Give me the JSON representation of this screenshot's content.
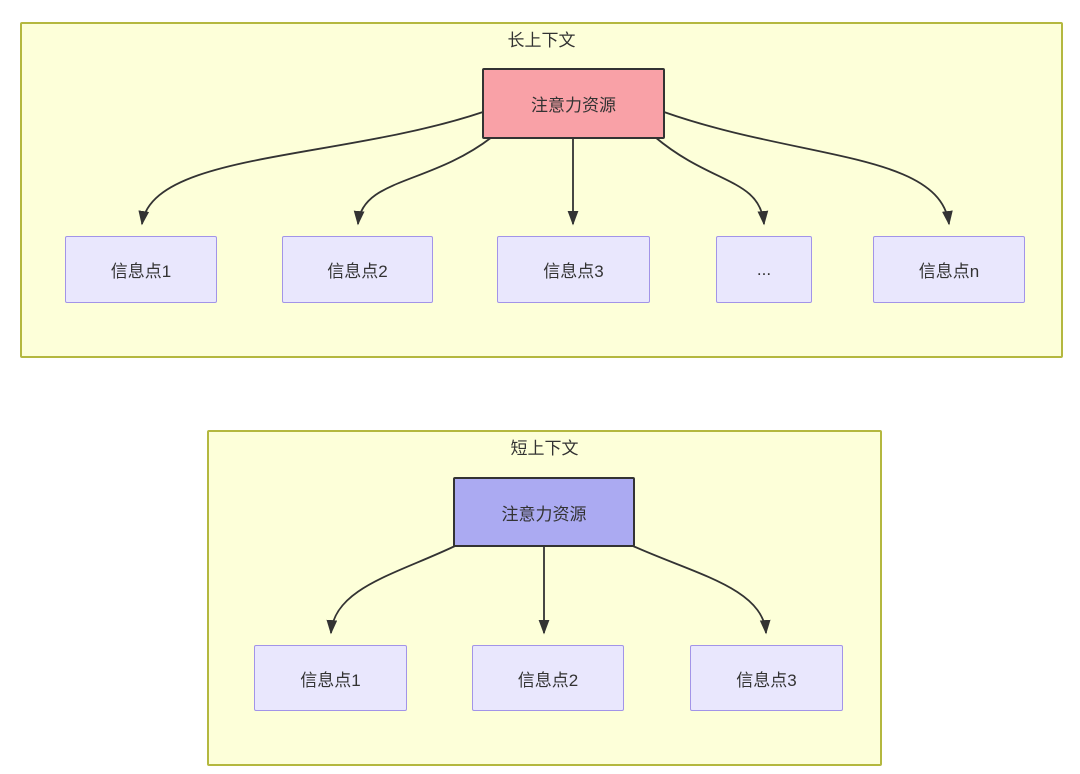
{
  "diagram": {
    "long_context": {
      "title": "长上下文",
      "source": {
        "label": "注意力资源",
        "fill": "#f9a1a7"
      },
      "targets": [
        {
          "label": "信息点1"
        },
        {
          "label": "信息点2"
        },
        {
          "label": "信息点3"
        },
        {
          "label": "..."
        },
        {
          "label": "信息点n"
        }
      ]
    },
    "short_context": {
      "title": "短上下文",
      "source": {
        "label": "注意力资源",
        "fill": "#abaaf2"
      },
      "targets": [
        {
          "label": "信息点1"
        },
        {
          "label": "信息点2"
        },
        {
          "label": "信息点3"
        }
      ]
    },
    "colors": {
      "container_fill": "#fdffd9",
      "container_border": "#b4b83f",
      "node_fill": "#e9e7fd",
      "node_border": "#a294e8",
      "source_border": "#333333",
      "arrow": "#333333",
      "text": "#333333"
    }
  }
}
